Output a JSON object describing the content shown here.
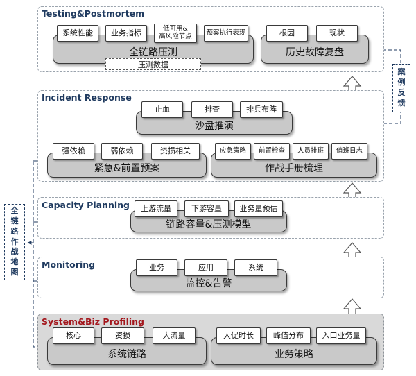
{
  "layers": {
    "testing": {
      "title": "Testing&Postmortem",
      "left_base": "全链路压测",
      "left_chips": [
        "系统性能",
        "业务指标",
        "低可用&\n高风险节点",
        "预案执行表现"
      ],
      "dashed_box": "压测数据",
      "right_base": "历史故障复盘",
      "right_chips": [
        "根因",
        "现状"
      ]
    },
    "incident": {
      "title": "Incident Response",
      "top_base": "沙盘推演",
      "top_chips": [
        "止血",
        "排查",
        "排兵布阵"
      ],
      "left_base": "紧急&前置预案",
      "left_chips": [
        "强依赖",
        "弱依赖",
        "资损相关"
      ],
      "right_base": "作战手册梳理",
      "right_chips": [
        "应急策略",
        "前置检查",
        "人员排班",
        "值班日志"
      ]
    },
    "capacity": {
      "title": "Capacity Planning",
      "base": "链路容量&压测模型",
      "chips": [
        "上游流量",
        "下游容量",
        "业务量预估"
      ]
    },
    "monitoring": {
      "title": "Monitoring",
      "base": "监控&告警",
      "chips": [
        "业务",
        "应用",
        "系统"
      ]
    },
    "profiling": {
      "title": "System&Biz Profiling",
      "left_base": "系统链路",
      "left_chips": [
        "核心",
        "资损",
        "大流量"
      ],
      "right_base": "业务策略",
      "right_chips": [
        "大促时长",
        "峰值分布",
        "入口业务量"
      ]
    }
  },
  "side_left": [
    "全",
    "链",
    "路",
    "作",
    "战",
    "地",
    "图"
  ],
  "side_right": [
    "案",
    "例",
    "反",
    "馈"
  ],
  "colors": {
    "layer_border": "#9aa3ad",
    "title": "#1f3a5f",
    "title_red": "#a4171d",
    "arrow": "#1f3a5f",
    "base_fill": "#c9c9c9",
    "profiling_fill": "#d9d9d9"
  }
}
